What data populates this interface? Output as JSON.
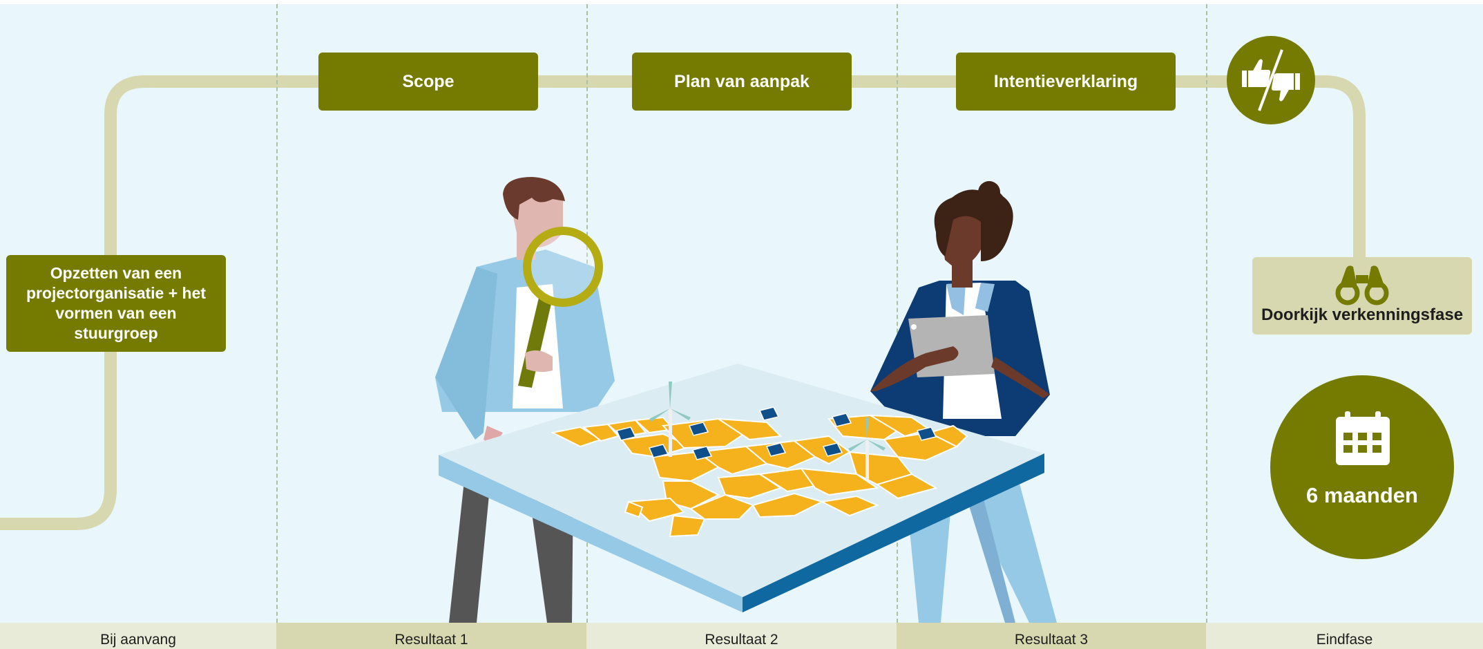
{
  "steps": {
    "scope": "Scope",
    "plan": "Plan van aanpak",
    "intent": "Intentieverklaring"
  },
  "initial_step": "Opzetten van een projectorganisatie + het vormen van een stuurgroep",
  "review_step": "Doorkijk verkenningsfase",
  "duration": "6 maanden",
  "phases": [
    "Bij aanvang",
    "Resultaat 1",
    "Resultaat 2",
    "Resultaat 3",
    "Eindfase"
  ],
  "colors": {
    "olive": "#747b00",
    "path": "#d7d8b0",
    "background": "#e9f6fb",
    "map": "#f5b21d"
  }
}
